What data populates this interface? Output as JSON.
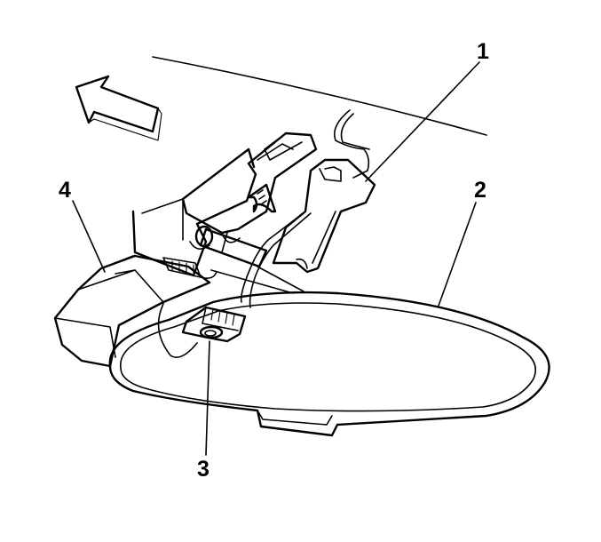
{
  "callouts": [
    {
      "id": "callout-1",
      "label": "1"
    },
    {
      "id": "callout-2",
      "label": "2"
    },
    {
      "id": "callout-3",
      "label": "3"
    },
    {
      "id": "callout-4",
      "label": "4"
    }
  ]
}
